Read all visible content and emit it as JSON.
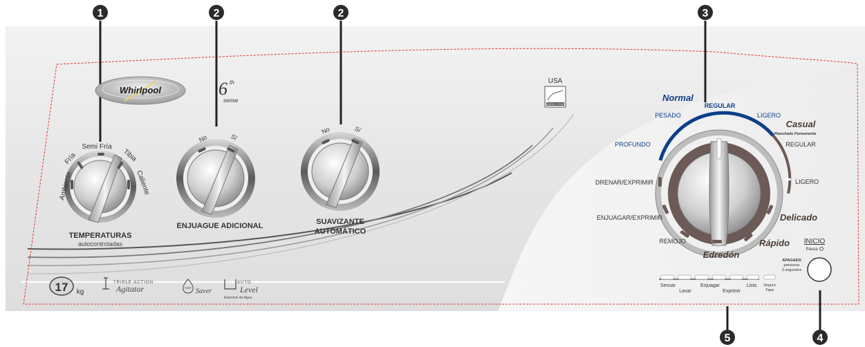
{
  "markers": [
    "1",
    "2",
    "2",
    "3",
    "4",
    "5"
  ],
  "brand": {
    "logo": "Whirlpool",
    "sixth_sense_num": "6",
    "sixth_sense_sup": "th",
    "sixth_sense_word": "sense",
    "usa": "USA",
    "energy_star": "ENERGY STAR"
  },
  "temperature": {
    "options": [
      "Ambiente",
      "Fría",
      "Semi Fría",
      "Tibia",
      "Caliente"
    ],
    "title": "TEMPERATURAS",
    "subtitle": "autocontroladas"
  },
  "rinse": {
    "off": "No",
    "on": "Sí",
    "title": "ENJUAGUE ADICIONAL"
  },
  "softener": {
    "off": "No",
    "on": "Sí",
    "title_line1": "SUAVIZANTE",
    "title_line2": "AUTOMÁTICO"
  },
  "cycles": {
    "normal_group": "Normal",
    "normal_items": [
      "PROFUNDO",
      "PESADO",
      "REGULAR",
      "LIGERO"
    ],
    "casual_group": "Casual",
    "casual_sub": "Planchado Permanente",
    "casual_items": [
      "REGULAR",
      "LIGERO"
    ],
    "delicado": "Delicado",
    "rapido": "Rápido",
    "edredon": "Edredón",
    "left_items": [
      "DRENAR/EXPRIMIR",
      "ENJUAGAR/EXPRIMIR",
      "REMOJO"
    ]
  },
  "status": {
    "top_row": [
      "Sensar",
      "Enjuagar",
      "Listo"
    ],
    "bottom_row": [
      "Lavar",
      "Exprimir"
    ],
    "lid_line1": "Seguro",
    "lid_line2": "Tapa"
  },
  "power": {
    "start_label": "INICIO",
    "pause_label": "Pausa",
    "off_line1": "APAGADO",
    "off_line2": "presionar",
    "off_line3": "3 segundos"
  },
  "features": {
    "capacity_value": "17",
    "capacity_unit": "kg",
    "triple_top": "TRIPLE ACTION",
    "triple_bottom": "Agitator",
    "h2o_badge": "H2O",
    "saver": "Saver",
    "auto_top": "AUTO",
    "auto_level": "Level",
    "auto_sub": "Autonivel de Agua"
  },
  "colors": {
    "normal_blue": "#0d3f8a",
    "marker_dark": "#2b2b2b",
    "dashed_outline": "#e03030",
    "knob_ring": "#6b5a55"
  }
}
